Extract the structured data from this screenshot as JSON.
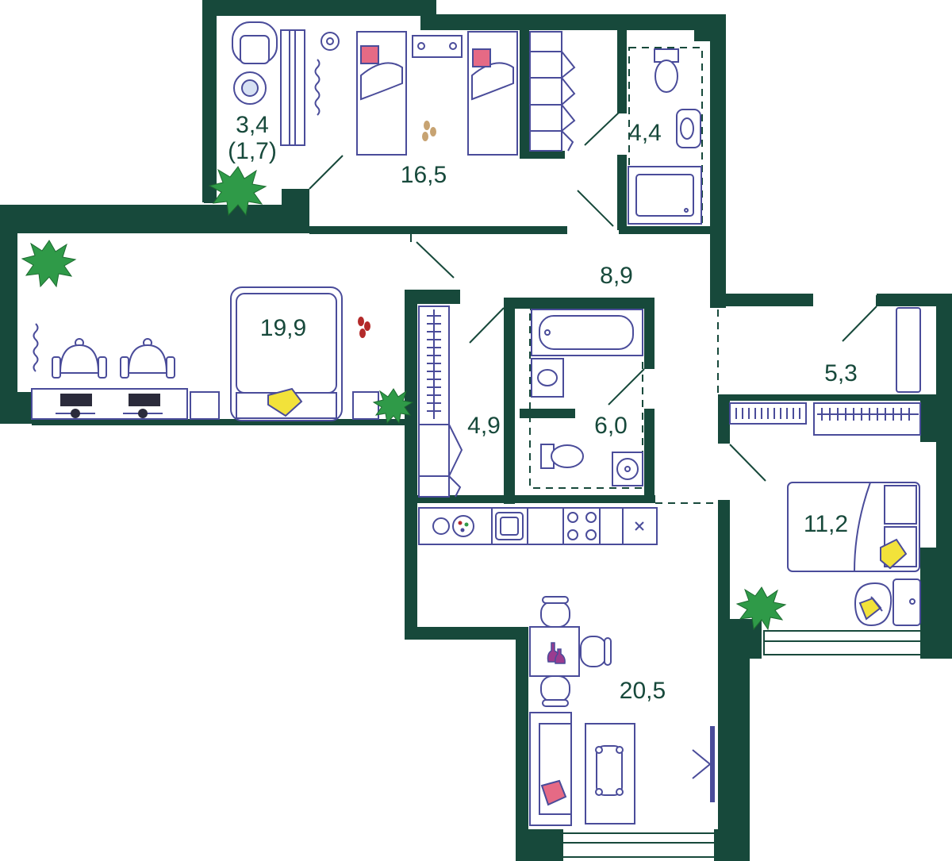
{
  "plan": {
    "colors": {
      "wall": "#17493b",
      "furniture": "#4a4c9a",
      "plant": "#2f9a48",
      "pillow_pink": "#e56a85",
      "pillow_yellow": "#f2e23a",
      "vase": "#9a3c8f"
    },
    "rooms": [
      {
        "id": "balcony",
        "area": "3,4",
        "sub": "(1,7)"
      },
      {
        "id": "bedroom-1",
        "area": "16,5"
      },
      {
        "id": "bathroom-1",
        "area": "4,4"
      },
      {
        "id": "hallway",
        "area": "8,9"
      },
      {
        "id": "bedroom-2",
        "area": "19,9"
      },
      {
        "id": "wardrobe",
        "area": "4,9"
      },
      {
        "id": "bathroom-2",
        "area": "6,0"
      },
      {
        "id": "corridor",
        "area": "5,3"
      },
      {
        "id": "bedroom-3",
        "area": "11,2"
      },
      {
        "id": "kitchen-living",
        "area": "20,5"
      }
    ],
    "icons": [
      "bed-icon",
      "toilet-icon",
      "bathtub-icon",
      "sink-icon",
      "shower-icon",
      "stove-icon",
      "plant-icon",
      "chair-icon",
      "desk-icon",
      "wardrobe-icon",
      "sofa-icon",
      "table-icon",
      "slippers-icon",
      "vase-icon",
      "pillow-icon",
      "washing-machine-icon"
    ]
  }
}
